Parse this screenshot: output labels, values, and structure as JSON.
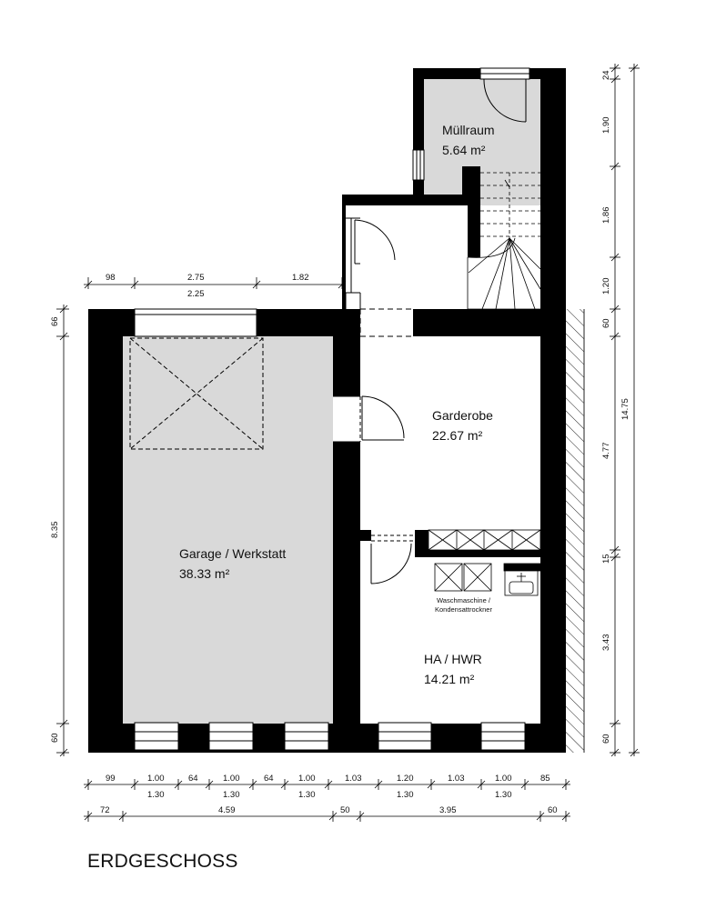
{
  "title": "ERDGESCHOSS",
  "rooms": {
    "muellraum": {
      "name": "Müllraum",
      "area": "5.64 m²"
    },
    "garderobe": {
      "name": "Garderobe",
      "area": "22.67 m²"
    },
    "garage": {
      "name": "Garage / Werkstatt",
      "area": "38.33 m²"
    },
    "hwr": {
      "name": "HA / HWR",
      "area": "14.21 m²"
    }
  },
  "appliance": {
    "line1": "Waschmaschine /",
    "line2": "Kondensattrockner"
  },
  "dims": {
    "top_98": "98",
    "top_275": "2.75",
    "top_182": "1.82",
    "top_225": "2.25",
    "left_66": "66",
    "left_835": "8.35",
    "left_60": "60",
    "r_24": "24",
    "r_190": "1.90",
    "r_186": "1.86",
    "r_120": "1.20",
    "r_60a": "60",
    "r_477": "4.77",
    "r_15": "15",
    "r_343": "3.43",
    "r_60b": "60",
    "r_1475": "14.75",
    "b1": [
      "99",
      "1.00",
      "64",
      "1.00",
      "64",
      "1.00",
      "1.03",
      "1.20",
      "1.03",
      "1.00",
      "85"
    ],
    "b1_sub": [
      "1.30",
      "1.30",
      "1.30",
      "1.30",
      "1.30"
    ],
    "b2": [
      "72",
      "4.59",
      "50",
      "3.95",
      "60"
    ]
  }
}
